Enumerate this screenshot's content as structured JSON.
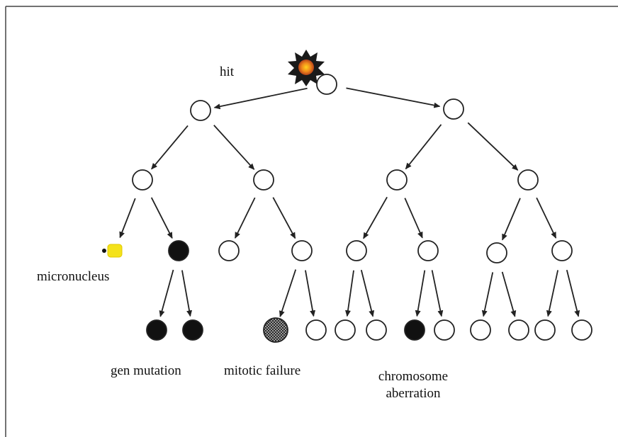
{
  "labels": {
    "hit": "hit",
    "micronucleus": "micronucleus",
    "gen_mutation": "gen mutation",
    "mitotic_failure": "mitotic failure",
    "chromosome_line1": "chromosome",
    "chromosome_line2": "aberration"
  },
  "colors": {
    "frame": "#333333",
    "cell_stroke": "#222222",
    "mutant_fill": "#111111",
    "micronucleus_fill": "#f4e21a",
    "hit_flash_outer": "#1a1a1a",
    "hit_flash_core": "#f08a1c"
  },
  "nodes": [
    {
      "id": "root",
      "state": "normal"
    },
    {
      "id": "l1a",
      "state": "normal"
    },
    {
      "id": "l1b",
      "state": "normal"
    },
    {
      "id": "l2a",
      "state": "normal"
    },
    {
      "id": "l2b",
      "state": "normal"
    },
    {
      "id": "l2c",
      "state": "normal"
    },
    {
      "id": "l2d",
      "state": "normal"
    },
    {
      "id": "l3a",
      "state": "micronucleus"
    },
    {
      "id": "l3b",
      "state": "mutant"
    },
    {
      "id": "l3c",
      "state": "normal"
    },
    {
      "id": "l3d",
      "state": "normal"
    },
    {
      "id": "l3e",
      "state": "normal"
    },
    {
      "id": "l3f",
      "state": "normal"
    },
    {
      "id": "l3g",
      "state": "normal"
    },
    {
      "id": "l3h",
      "state": "normal"
    },
    {
      "id": "l4a",
      "state": "mutant"
    },
    {
      "id": "l4b",
      "state": "mutant"
    },
    {
      "id": "l4c",
      "state": "mitotic-failure"
    },
    {
      "id": "l4d",
      "state": "normal"
    },
    {
      "id": "l4e",
      "state": "normal"
    },
    {
      "id": "l4f",
      "state": "normal"
    },
    {
      "id": "l4g",
      "state": "mutant"
    },
    {
      "id": "l4h",
      "state": "normal"
    },
    {
      "id": "l4i",
      "state": "normal"
    },
    {
      "id": "l4j",
      "state": "normal"
    },
    {
      "id": "l4k",
      "state": "normal"
    },
    {
      "id": "l4l",
      "state": "normal"
    }
  ],
  "edges": [
    [
      "root",
      "l1a"
    ],
    [
      "root",
      "l1b"
    ],
    [
      "l1a",
      "l2a"
    ],
    [
      "l1a",
      "l2b"
    ],
    [
      "l1b",
      "l2c"
    ],
    [
      "l1b",
      "l2d"
    ],
    [
      "l2a",
      "l3a"
    ],
    [
      "l2a",
      "l3b"
    ],
    [
      "l2b",
      "l3c"
    ],
    [
      "l2b",
      "l3d"
    ],
    [
      "l2c",
      "l3e"
    ],
    [
      "l2c",
      "l3f"
    ],
    [
      "l2d",
      "l3g"
    ],
    [
      "l2d",
      "l3h"
    ],
    [
      "l3b",
      "l4a"
    ],
    [
      "l3b",
      "l4b"
    ],
    [
      "l3d",
      "l4c"
    ],
    [
      "l3d",
      "l4d"
    ],
    [
      "l3e",
      "l4e"
    ],
    [
      "l3e",
      "l4f"
    ],
    [
      "l3f",
      "l4g"
    ],
    [
      "l3f",
      "l4h"
    ],
    [
      "l3g",
      "l4i"
    ],
    [
      "l3g",
      "l4j"
    ],
    [
      "l3h",
      "l4k"
    ],
    [
      "l3h",
      "l4l"
    ]
  ]
}
